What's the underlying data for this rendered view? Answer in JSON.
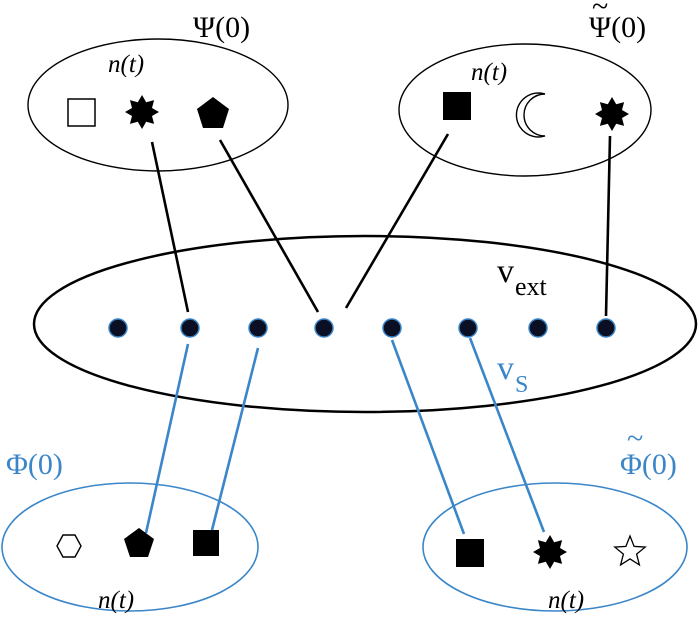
{
  "colors": {
    "black": "#000000",
    "blue": "#3a86c8",
    "dot_fill": "#0a0f24",
    "dot_stroke": "#3a86c8"
  },
  "labels": {
    "psi0": "Ψ(0)",
    "psi0_tilde_mark": "~",
    "psi0_tilde": "Ψ(0)",
    "phi0": "Φ(0)",
    "phi0_tilde_mark": "~",
    "phi0_tilde": "Φ(0)",
    "v_ext_main": "v",
    "v_ext_sub": "ext",
    "v_s_main": "v",
    "v_s_sub": "S",
    "n_t": "n(t)"
  },
  "groups": {
    "psi0": {
      "symbols": [
        "open-square-icon",
        "eight-point-star-icon",
        "filled-pentagon-icon"
      ]
    },
    "psi0_tilde": {
      "symbols": [
        "filled-square-icon",
        "crescent-moon-icon",
        "eight-point-star-icon"
      ]
    },
    "phi0": {
      "symbols": [
        "open-hexagon-icon",
        "filled-pentagon-icon",
        "filled-square-icon"
      ]
    },
    "phi0_tilde": {
      "symbols": [
        "filled-square-icon",
        "eight-point-star-icon",
        "open-star-icon"
      ]
    }
  },
  "central_dot_count": 8
}
